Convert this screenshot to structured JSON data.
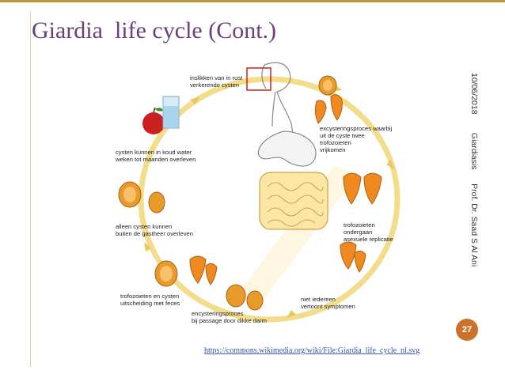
{
  "slide": {
    "title": "Giardia  life cycle (Cont.)",
    "date": "10/06/2018",
    "topic": "Giardiasis",
    "author": "Prof. Dr. Saad S Al Ani",
    "page_number": "27",
    "source_link": "https://commons.wikimedia.org/wiki/File:Giardia_life_cycle_nl.svg"
  },
  "diagram": {
    "labels": {
      "ingest": [
        "inslikken van in rust",
        "verkerende cysten"
      ],
      "excyst": [
        "excysteringsproces waarbij",
        "uit de cyste twee",
        "trofozoieten",
        "vrijkomen"
      ],
      "cysts_water": [
        "cysten kunnen in koud water",
        "weken tot maanden overleven"
      ],
      "replicate": [
        "trofozoieten",
        "ondergaan",
        "asexuele replicatie"
      ],
      "cysts_outside": [
        "alleen cysten kunnen",
        "buiten de gastheer overleven"
      ],
      "symptoms": [
        "niet iedereen",
        "vertoont symptomen"
      ],
      "feces": [
        "trofozoieten en cysten",
        "uitscheiding met feces"
      ],
      "encyst": [
        "encysteringsproces",
        "bij passage door dikke darm"
      ]
    },
    "colors": {
      "cycle": "#f3dc8a",
      "arrow": "#e6c95c",
      "organism": "#f08a1f",
      "cyst": "#e89b2a",
      "gut": "#fbe6a6",
      "apple": "#cc1f1f",
      "title": "#6a3f7a",
      "badge": "#c9742a"
    }
  }
}
